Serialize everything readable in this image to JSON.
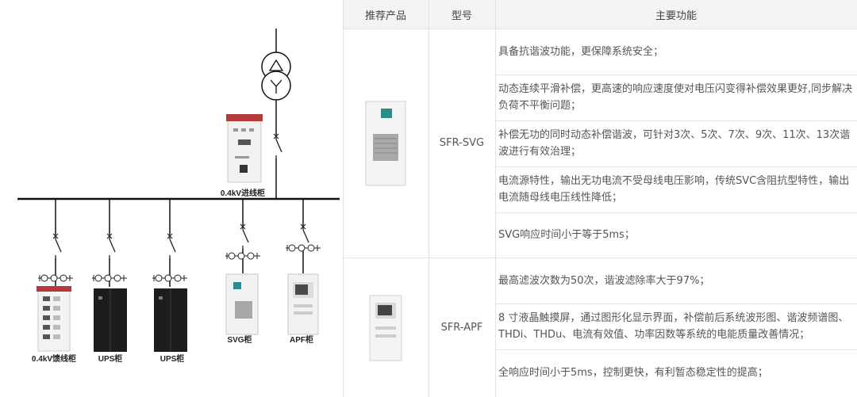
{
  "diagram": {
    "labels": {
      "incoming": "0.4kV进线柜",
      "feeder": "0.4kV馈线柜",
      "ups1": "UPS柜",
      "ups2": "UPS柜",
      "svg": "SVG柜",
      "apf": "APF柜"
    }
  },
  "table": {
    "headers": {
      "product": "推荐产品",
      "model": "型号",
      "features": "主要功能"
    },
    "rows": [
      {
        "model": "SFR-SVG",
        "features": [
          "具备抗谐波功能，更保障系统安全；",
          "动态连续平滑补偿，更高速的响应速度使对电压闪变得补偿效果更好,同步解决负荷不平衡问题；",
          "补偿无功的同时动态补偿谐波，可针对3次、5次、7次、9次、11次、13次谐波进行有效治理；",
          "电流源特性，输出无功电流不受母线电压影响，传统SVC含阻抗型特性，输出电流随母线电压线性降低；",
          "SVG响应时间小于等于5ms；"
        ]
      },
      {
        "model": "SFR-APF",
        "features": [
          "最高滤波次数为50次，谐波滤除率大于97%；",
          " 8 寸液晶触摸屏，通过图形化显示界面，补偿前后系统波形图、谐波频谱图、THDi、THDu、电流有效值、功率因数等系统的电能质量改善情况；",
          "全响应时间小于5ms，控制更快，有利暂态稳定性的提高；"
        ]
      }
    ]
  }
}
